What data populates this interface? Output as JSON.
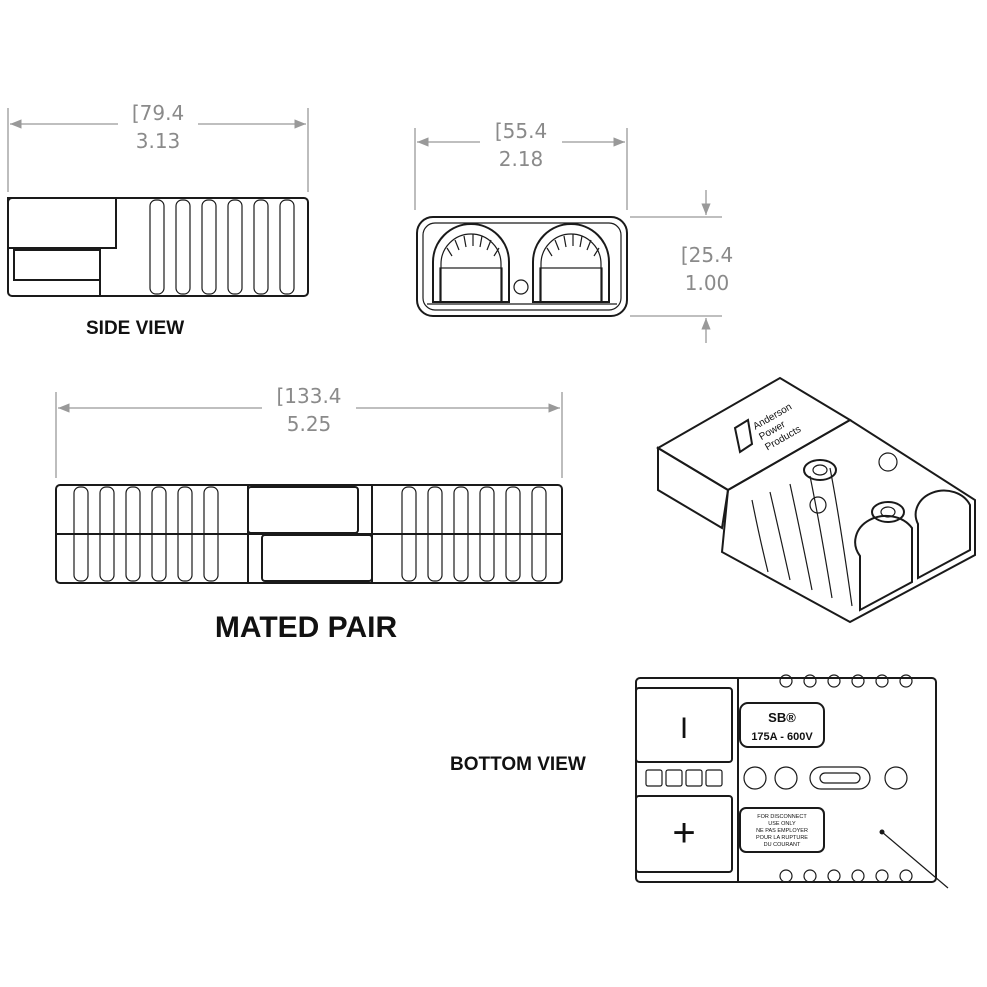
{
  "dimensions": {
    "side_width": {
      "mm": "[79.4",
      "in": "3.13"
    },
    "front_width": {
      "mm": "[55.4",
      "in": "2.18"
    },
    "front_height": {
      "mm": "[25.4",
      "in": "1.00"
    },
    "mated_length": {
      "mm": "[133.4",
      "in": "5.25"
    }
  },
  "labels": {
    "side_view": "SIDE VIEW",
    "mated_pair": "MATED PAIR",
    "bottom_view": "BOTTOM VIEW"
  },
  "bottom_view": {
    "model": "SB®",
    "rating": "175A - 600V",
    "warning": [
      "FOR DISCONNECT",
      "USE ONLY",
      "NE PAS EMPLOYER",
      "POUR LA RUPTURE",
      "DU COURANT"
    ],
    "minus_symbol": "I",
    "plus_symbol": "+"
  },
  "brand": {
    "name_lines": [
      "Anderson",
      "Power",
      "Products"
    ]
  }
}
